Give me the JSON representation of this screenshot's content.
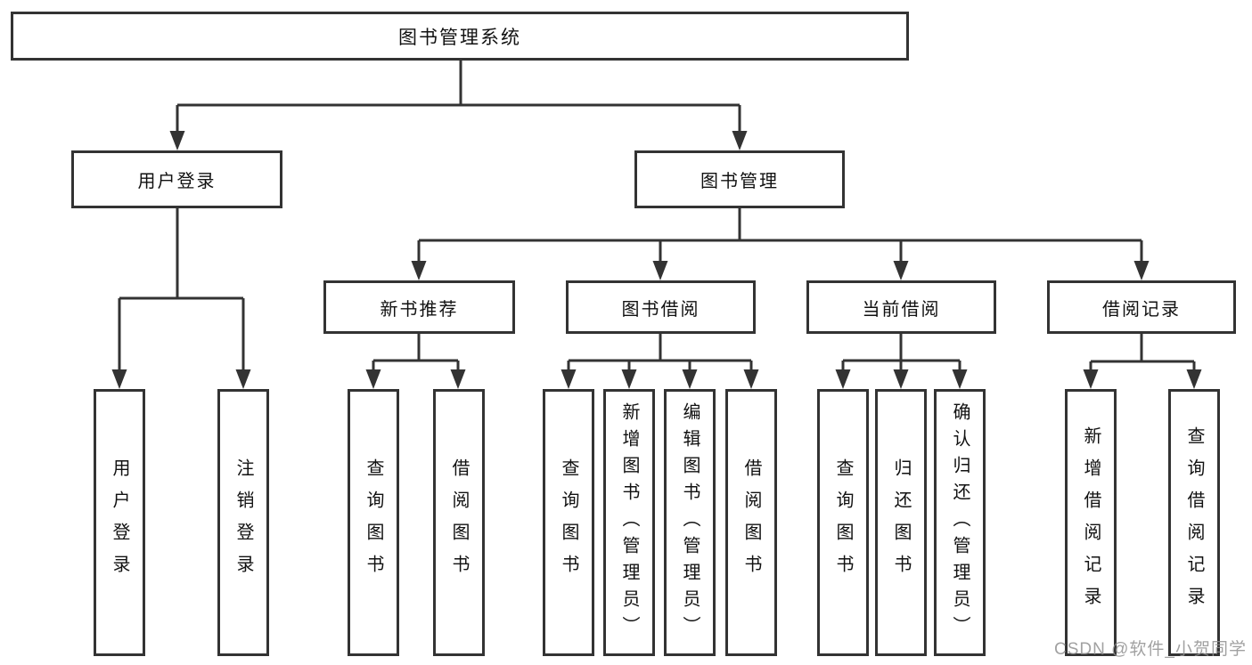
{
  "diagram_title": "图书管理系统",
  "tree": {
    "label": "图书管理系统",
    "children": [
      {
        "label": "用户登录",
        "children": [
          {
            "label": "用户登录"
          },
          {
            "label": "注销登录"
          }
        ]
      },
      {
        "label": "图书管理",
        "children": [
          {
            "label": "新书推荐",
            "children": [
              {
                "label": "查询图书"
              },
              {
                "label": "借阅图书"
              }
            ]
          },
          {
            "label": "图书借阅",
            "children": [
              {
                "label": "查询图书"
              },
              {
                "label": "新增图书（管理员）"
              },
              {
                "label": "编辑图书（管理员）"
              },
              {
                "label": "借阅图书"
              }
            ]
          },
          {
            "label": "当前借阅",
            "children": [
              {
                "label": "查询图书"
              },
              {
                "label": "归还图书"
              },
              {
                "label": "确认归还（管理员）"
              }
            ]
          },
          {
            "label": "借阅记录",
            "children": [
              {
                "label": "新增借阅记录"
              },
              {
                "label": "查询借阅记录"
              }
            ]
          }
        ]
      }
    ]
  },
  "watermark": {
    "text": "CSDN @软件_小贺同学"
  },
  "colors": {
    "line": "#333333",
    "text": "#111111",
    "box_background": "#ffffff",
    "watermark": "#919191",
    "background": "#ffffff"
  }
}
